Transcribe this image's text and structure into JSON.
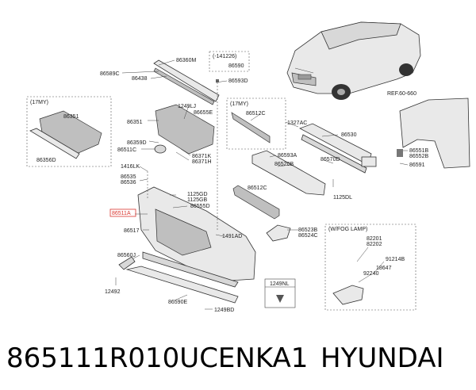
{
  "diagram": {
    "labels": {
      "p86360M": "86360M",
      "p141226": "(-141226)",
      "p86590": "86590",
      "p86589C": "86589C",
      "p86438": "86438",
      "p86593D": "86593D",
      "my17a": "(17MY)",
      "p86351a": "86351",
      "p86356D": "86356D",
      "p1249LJ": "1249LJ",
      "p86655E": "86655E",
      "p86351b": "86351",
      "p86359D": "86359D",
      "p86511C": "86511C",
      "p86371K": "86371K",
      "p86371H": "86371H",
      "my17b": "(17MY)",
      "p86512Ca": "86512C",
      "p1327AC": "1327AC",
      "p86530": "86530",
      "ref": "REF.60-660",
      "p86551B": "86551B",
      "p86552B": "86552B",
      "p86591": "86591",
      "p86593A": "86593A",
      "p86520B": "86520B",
      "p86570D": "86570D",
      "p1416LK": "1416LK",
      "p86535": "86535",
      "p86536": "86536",
      "p86512Cb": "86512C",
      "p1125DL": "1125DL",
      "p1125GD": "1125GD",
      "p1125GB": "1125GB",
      "p86555D": "86555D",
      "p86511A": "86511A",
      "p86517": "86517",
      "p1491AD": "1491AD",
      "p86523B": "86523B",
      "p86524C": "86524C",
      "fog": "(W/FOG LAMP)",
      "p82201": "82201",
      "p82202": "82202",
      "p91214B": "91214B",
      "p18647": "18647",
      "p92240": "92240",
      "p86560J": "86560J",
      "p1249NL": "1249NL",
      "p12492": "12492",
      "p86590E": "86590E",
      "p1249BD": "1249BD"
    }
  },
  "caption": {
    "part_number": "865111R010UCENKA1",
    "brand": "HYUNDAI"
  },
  "colors": {
    "highlight": "#d9362f",
    "line": "#333333"
  }
}
